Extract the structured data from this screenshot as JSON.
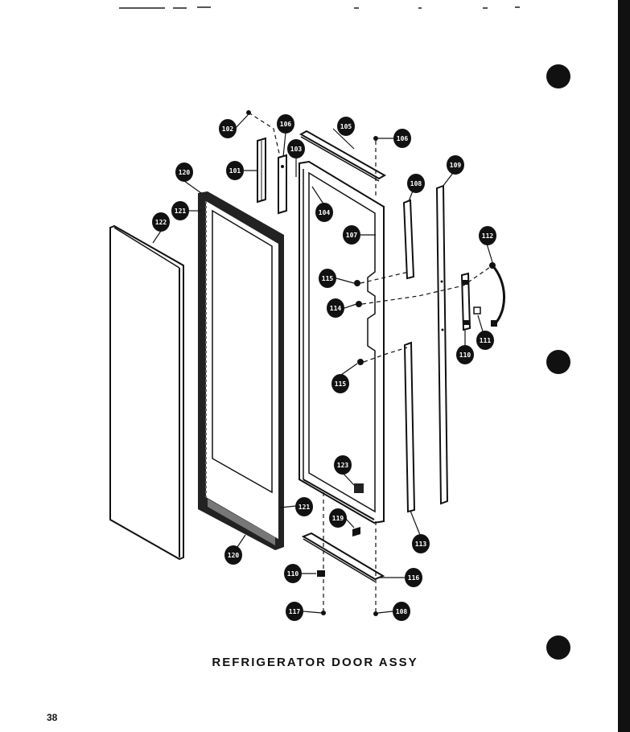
{
  "title": "REFRIGERATOR DOOR ASSY",
  "page_number": "38",
  "callouts": [
    {
      "id": "c102",
      "label": "102"
    },
    {
      "id": "c106a",
      "label": "106"
    },
    {
      "id": "c105",
      "label": "105"
    },
    {
      "id": "c106b",
      "label": "106"
    },
    {
      "id": "c103",
      "label": "103"
    },
    {
      "id": "c101",
      "label": "101"
    },
    {
      "id": "c120a",
      "label": "120"
    },
    {
      "id": "c121a",
      "label": "121"
    },
    {
      "id": "c104",
      "label": "104"
    },
    {
      "id": "c108a",
      "label": "108"
    },
    {
      "id": "c109",
      "label": "109"
    },
    {
      "id": "c122",
      "label": "122"
    },
    {
      "id": "c107",
      "label": "107"
    },
    {
      "id": "c112",
      "label": "112"
    },
    {
      "id": "c115a",
      "label": "115"
    },
    {
      "id": "c114",
      "label": "114"
    },
    {
      "id": "c110a",
      "label": "110"
    },
    {
      "id": "c111",
      "label": "111"
    },
    {
      "id": "c115b",
      "label": "115"
    },
    {
      "id": "c123",
      "label": "123"
    },
    {
      "id": "c121b",
      "label": "121"
    },
    {
      "id": "c119",
      "label": "119"
    },
    {
      "id": "c113",
      "label": "113"
    },
    {
      "id": "c120b",
      "label": "120"
    },
    {
      "id": "c116",
      "label": "116"
    },
    {
      "id": "c110b",
      "label": "110"
    },
    {
      "id": "c117",
      "label": "117"
    },
    {
      "id": "c108b",
      "label": "108"
    }
  ]
}
